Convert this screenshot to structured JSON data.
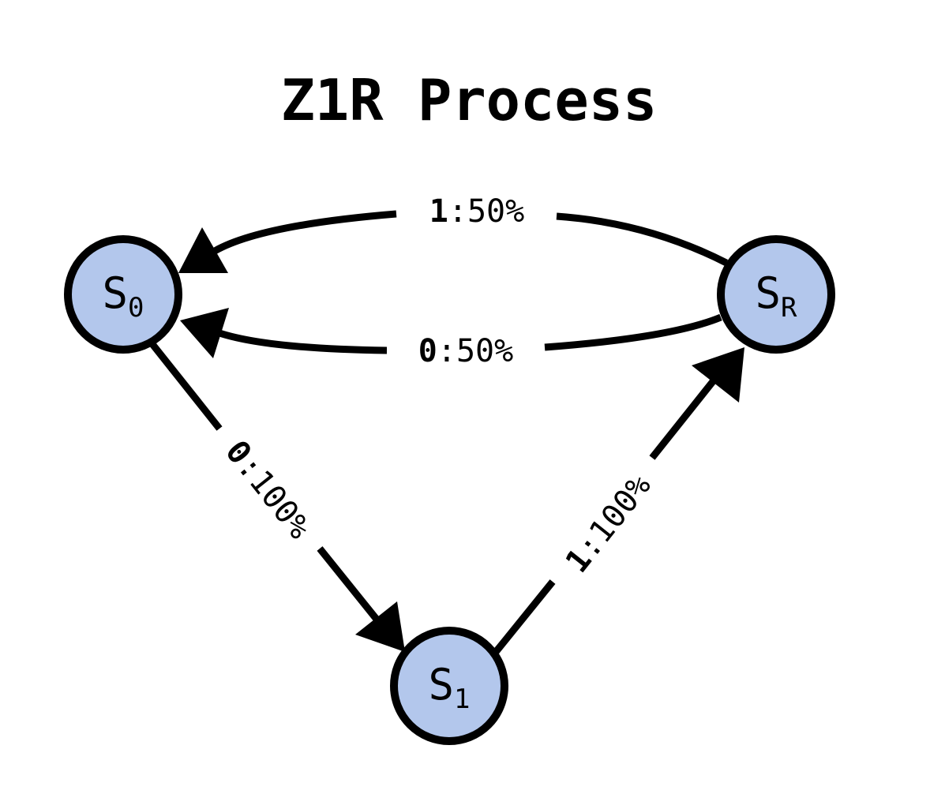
{
  "title": "Z1R Process",
  "colors": {
    "node_fill": "#b3c7ec",
    "stroke": "#000000"
  },
  "nodes": {
    "s0": {
      "letter": "S",
      "sub": "0"
    },
    "s1": {
      "letter": "S",
      "sub": "1"
    },
    "sr": {
      "letter": "S",
      "sub": "R"
    }
  },
  "edges": {
    "sr_to_s0_on1": {
      "symbol": "1",
      "prob": ":50%"
    },
    "sr_to_s0_on0": {
      "symbol": "0",
      "prob": ":50%"
    },
    "s0_to_s1": {
      "symbol": "0",
      "prob": ":100%"
    },
    "s1_to_sr": {
      "symbol": "1",
      "prob": ":100%"
    }
  }
}
